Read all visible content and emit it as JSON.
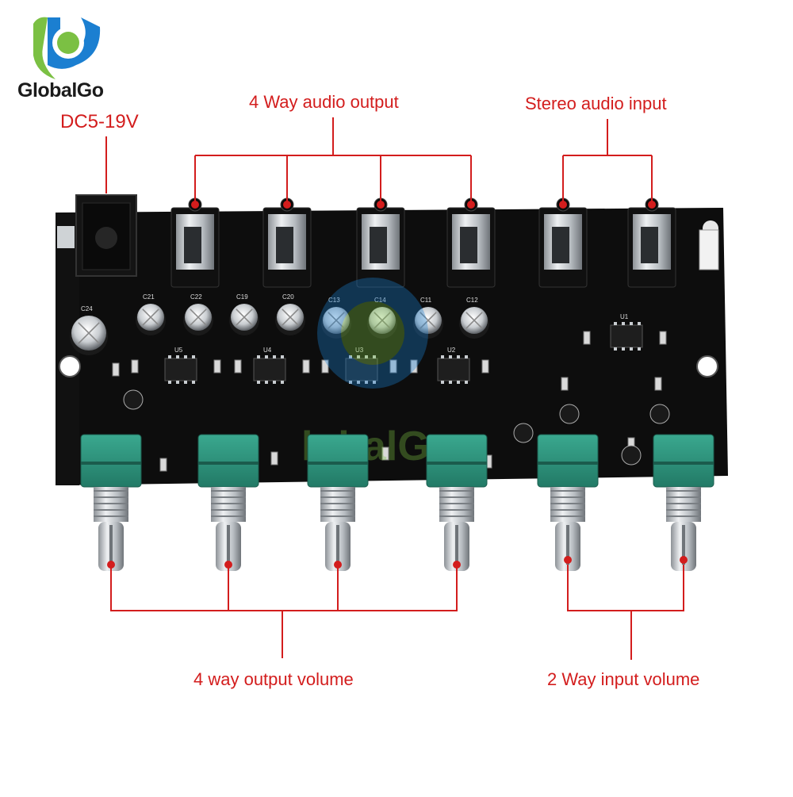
{
  "brand": {
    "name": "GlobalGo",
    "logo_colors": [
      "#1b7fd1",
      "#7bc043"
    ]
  },
  "labels": {
    "power": "DC5-19V",
    "output_jacks": "4 Way audio output",
    "input_jacks": "Stereo audio input",
    "output_volume": "4 way output volume",
    "input_volume": "2 Way input volume"
  },
  "board": {
    "capacitors": [
      "C24",
      "C21",
      "C22",
      "C19",
      "C20",
      "C13",
      "C14",
      "C11",
      "C12"
    ],
    "chips": [
      "U5",
      "U4",
      "U3",
      "U2",
      "U1"
    ],
    "potentiometer_count": 6,
    "jack_count": 6
  },
  "colors": {
    "pcb": "#0d0d0d",
    "annotation": "#d31d1d",
    "pot_body": "#2f9a82",
    "metal": "#c9cdd1"
  }
}
